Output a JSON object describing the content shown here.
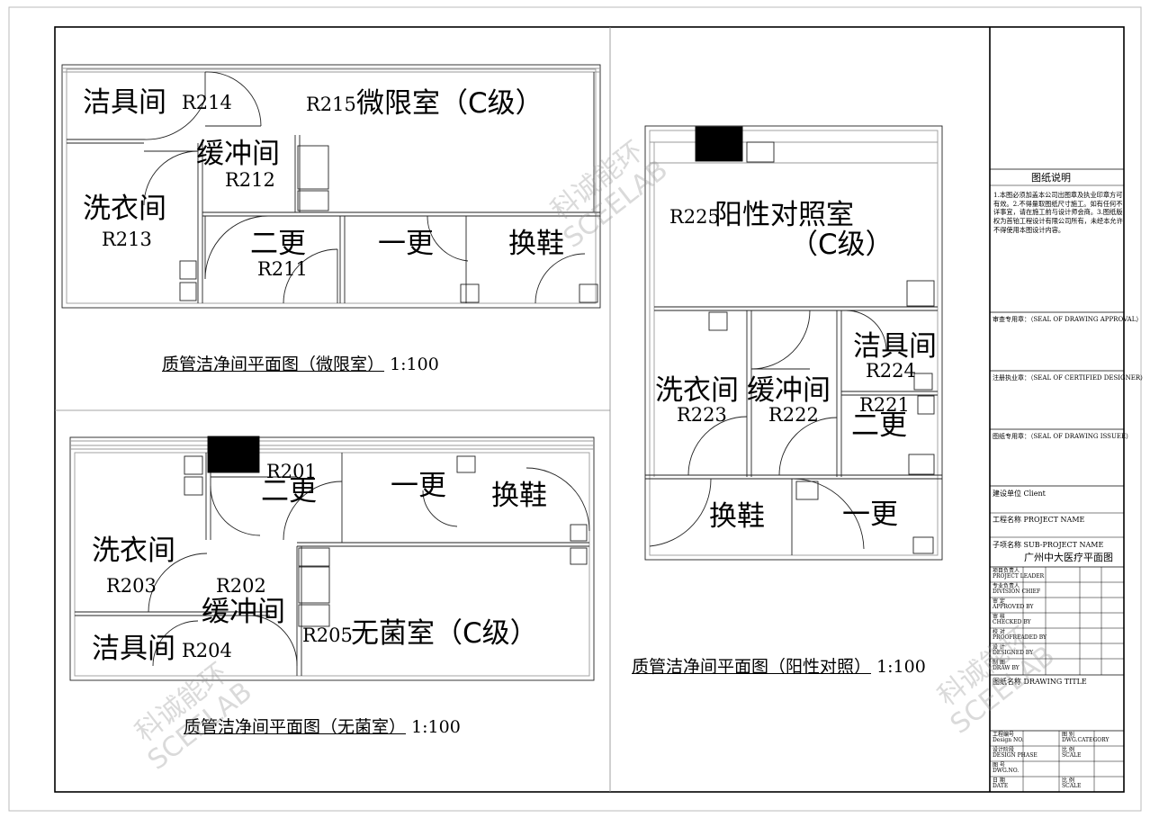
{
  "plans": {
    "plan1": {
      "title": "质管洁净间平面图（微限室）",
      "scale": "1:100",
      "rooms": {
        "r214_name": "洁具间",
        "r214_code": "R214",
        "r215_code": "R215",
        "r215_name": "微限室（C级）",
        "r212_name": "缓冲间",
        "r212_code": "R212",
        "r213_name": "洗衣间",
        "r213_code": "R213",
        "r211_name": "二更",
        "r211_code": "R211",
        "first_change": "一更",
        "shoe_change": "换鞋"
      }
    },
    "plan2": {
      "title": "质管洁净间平面图（无菌室）",
      "scale": "1:100",
      "rooms": {
        "r201_code": "R201",
        "r201_name": "二更",
        "first_change": "一更",
        "shoe_change": "换鞋",
        "r203_name": "洗衣间",
        "r203_code": "R203",
        "r202_code": "R202",
        "r202_name": "缓冲间",
        "r205_code": "R205",
        "r205_name": "无菌室（C级）",
        "r204_name": "洁具间",
        "r204_code": "R204"
      }
    },
    "plan3": {
      "title": "质管洁净间平面图（阳性对照）",
      "scale": "1:100",
      "rooms": {
        "r225_code": "R225",
        "r225_name": "阳性对照室",
        "r225_grade": "（C级）",
        "r224_name": "洁具间",
        "r224_code": "R224",
        "r223_name": "洗衣间",
        "r223_code": "R223",
        "r222_name": "缓冲间",
        "r222_code": "R222",
        "r221_code": "R221",
        "r221_name": "二更",
        "shoe_change": "换鞋",
        "first_change": "一更"
      }
    }
  },
  "title_block": {
    "notes_header": "图纸说明",
    "notes": "1.本图必须加盖本公司出图章及执业印章方可有效。2.不得量取图纸尺寸施工。如有任何不详事宜，请在施工前与设计师会商。3.图纸版权为首铂工程设计有限公司所有，未经本允许不得使用本图设计内容。",
    "seal_approval": "审查专用章：（SEAL OF DRAWING APPROVAL）",
    "seal_designer": "注册执业章：（SEAL OF CERTIFIED DESIGNER）",
    "seal_issue": "图纸专用章：（SEAL OF DRAWING ISSUEE）",
    "client": "建设单位  Client",
    "project_name": "工程名称  PROJECT NAME",
    "sub_project": "子项名称  SUB-PROJECT NAME",
    "sub_project_value": "广州中大医疗平面图",
    "roles": [
      [
        "项目负责人",
        "PROJECT LEADER"
      ],
      [
        "专业负责人",
        "DIVISION CHIEF"
      ],
      [
        "审    定",
        "APPROVED BY"
      ],
      [
        "审    核",
        "CHECKED BY"
      ],
      [
        "校    对",
        "PROOFREADED BY"
      ],
      [
        "设    计",
        "DESIGNED BY"
      ],
      [
        "制    图",
        "DRAW BY"
      ]
    ],
    "drawing_title": "图纸名称  DRAWING TITLE",
    "bottom": {
      "design_no": [
        "工程编号",
        "Design NO."
      ],
      "category": [
        "图    别",
        "DWG.CATEGORY"
      ],
      "phase": [
        "设计阶段",
        "DESIGN PHASE"
      ],
      "scale": [
        "比    例",
        "SCALE"
      ],
      "dwg_no": [
        "图    号",
        "DWG.NO."
      ],
      "date": [
        "日    期",
        "DATE"
      ],
      "scale2": [
        "比    例",
        "SCALE"
      ]
    }
  },
  "watermarks": {
    "brand": "科诚能环",
    "latin": "SCEELAB"
  }
}
